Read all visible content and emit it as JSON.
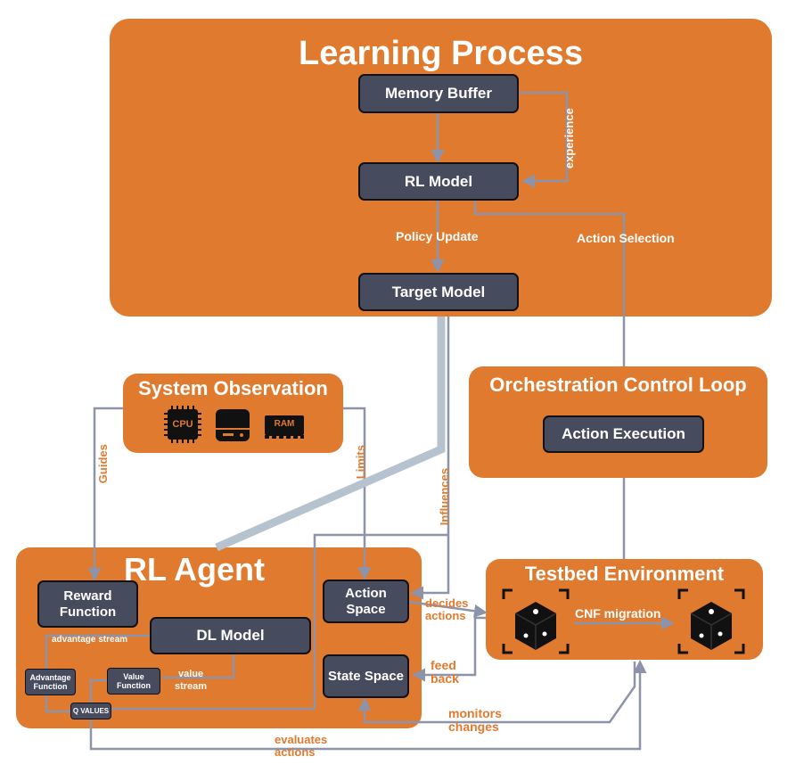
{
  "panels": {
    "learning_process": "Learning Process",
    "system_observation": "System Observation",
    "orchestration": "Orchestration Control Loop",
    "rl_agent": "RL Agent",
    "testbed": "Testbed Environment"
  },
  "nodes": {
    "memory_buffer": "Memory Buffer",
    "rl_model": "RL Model",
    "target_model": "Target Model",
    "action_execution": "Action Execution",
    "reward_function": "Reward Function",
    "dl_model": "DL Model",
    "action_space": "Action Space",
    "state_space": "State Space",
    "advantage_function": "Advantage Function",
    "value_function": "Value Function",
    "q_values": "Q VALUES"
  },
  "labels": {
    "experience": "experience",
    "policy_update": "Policy Update",
    "action_selection": "Action Selection",
    "guides": "Guides",
    "limits": "Limits",
    "influences": "Influences",
    "decides_actions": "decides\nactions",
    "feed_back": "feed\nback",
    "monitors_changes": "monitors\nchanges",
    "evaluates_actions": "evaluates\nactions",
    "advantage_stream": "advantage stream",
    "value_stream": "value\nstream",
    "cnf_migration": "CNF migration"
  },
  "icons": {
    "cpu_text": "CPU",
    "ram_text": "RAM"
  },
  "colors": {
    "panel": "#e07a2f",
    "node": "#474b5e",
    "wire": "#8d93a8",
    "thick_wire": "#b6c3cf"
  }
}
